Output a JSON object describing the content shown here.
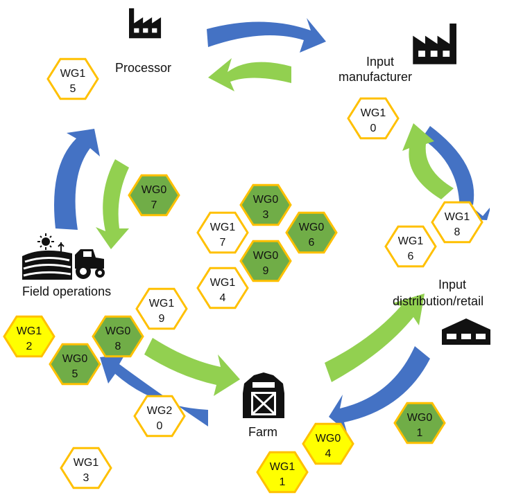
{
  "colors": {
    "blue": "#4472c4",
    "light_green": "#92d050",
    "dark_green": "#70ad47",
    "yellow": "#ffff00",
    "white": "#ffffff",
    "hex_border": "#ffc000",
    "icon": "#111111"
  },
  "nodes": {
    "processor": {
      "label_lines": [
        "Processor"
      ],
      "icon": "factory-icon"
    },
    "input_manufacturer": {
      "label_lines": [
        "Input",
        "manufacturer"
      ],
      "icon": "factory-icon"
    },
    "input_distribution": {
      "label_lines": [
        "Input",
        "distribution/retail"
      ],
      "icon": "warehouse-icon"
    },
    "farm": {
      "label_lines": [
        "Farm"
      ],
      "icon": "barn-icon"
    },
    "field_operations": {
      "label_lines": [
        "Field operations"
      ],
      "icon": "tractor-field-icon"
    }
  },
  "hexes": [
    {
      "id": "wg15",
      "line1": "WG1",
      "line2": "5",
      "fill": "white"
    },
    {
      "id": "wg10",
      "line1": "WG1",
      "line2": "0",
      "fill": "white"
    },
    {
      "id": "wg07",
      "line1": "WG0",
      "line2": "7",
      "fill": "dark_green"
    },
    {
      "id": "wg03",
      "line1": "WG0",
      "line2": "3",
      "fill": "dark_green"
    },
    {
      "id": "wg17",
      "line1": "WG1",
      "line2": "7",
      "fill": "white"
    },
    {
      "id": "wg06",
      "line1": "WG0",
      "line2": "6",
      "fill": "dark_green"
    },
    {
      "id": "wg09",
      "line1": "WG0",
      "line2": "9",
      "fill": "dark_green"
    },
    {
      "id": "wg14",
      "line1": "WG1",
      "line2": "4",
      "fill": "white"
    },
    {
      "id": "wg18",
      "line1": "WG1",
      "line2": "8",
      "fill": "white"
    },
    {
      "id": "wg16",
      "line1": "WG1",
      "line2": "6",
      "fill": "white"
    },
    {
      "id": "wg19",
      "line1": "WG1",
      "line2": "9",
      "fill": "white"
    },
    {
      "id": "wg12",
      "line1": "WG1",
      "line2": "2",
      "fill": "yellow"
    },
    {
      "id": "wg08",
      "line1": "WG0",
      "line2": "8",
      "fill": "dark_green"
    },
    {
      "id": "wg05",
      "line1": "WG0",
      "line2": "5",
      "fill": "dark_green"
    },
    {
      "id": "wg20",
      "line1": "WG2",
      "line2": "0",
      "fill": "white"
    },
    {
      "id": "wg13",
      "line1": "WG1",
      "line2": "3",
      "fill": "white"
    },
    {
      "id": "wg04",
      "line1": "WG0",
      "line2": "4",
      "fill": "yellow"
    },
    {
      "id": "wg11",
      "line1": "WG1",
      "line2": "1",
      "fill": "yellow"
    },
    {
      "id": "wg01",
      "line1": "WG0",
      "line2": "1",
      "fill": "dark_green"
    }
  ]
}
